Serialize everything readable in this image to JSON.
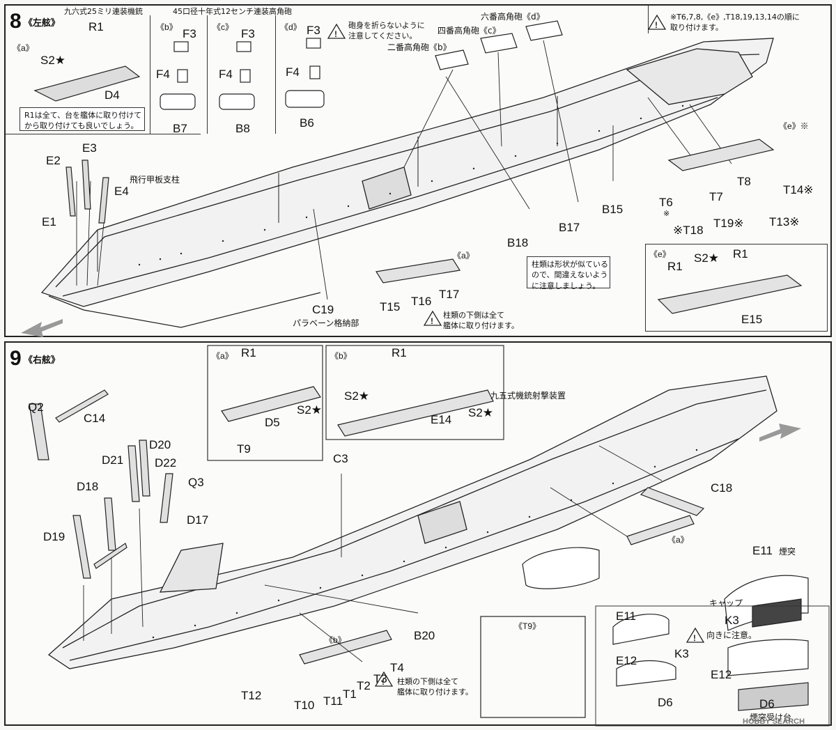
{
  "step8": {
    "number": "8",
    "title": "《左舷》",
    "sub_a": "《a》",
    "sub_b": "《b》",
    "sub_c": "《c》",
    "sub_d": "《d》",
    "sub_e": "《e》",
    "sub_e_mark": "《e》※",
    "gun_25mm": "九六式25ミリ連装機銃",
    "gun_12cm": "45口径十年式12センチ連装高角砲",
    "warn_top": "砲身を折らないように\n注意してください。",
    "no6": "六番高角砲《d》",
    "no4": "四番高角砲《c》",
    "no2": "二番高角砲《b》",
    "note_r1": "R1は全て、台を艦体に取り付けて\nから取り付けても良いでしょう。",
    "note_order": "※T6,7,8,《e》,T18,19,13,14の順に\n取り付けます。",
    "deck_support": "飛行甲板支柱",
    "paravane": "パラベーン格納部",
    "pillar_note": "柱類は形状が似ている\nので、間違えないよう\nに注意しましょう。",
    "pillar_warn": "柱類の下側は全て\n艦体に取り付けます。",
    "parts": {
      "R1": "R1",
      "S2": "S2★",
      "D4": "D4",
      "F3": "F3",
      "F4": "F4",
      "B7": "B7",
      "B8": "B8",
      "B6": "B6",
      "E1": "E1",
      "E2": "E2",
      "E3": "E3",
      "E4": "E4",
      "B15": "B15",
      "B17": "B17",
      "B18": "B18",
      "C19": "C19",
      "T15": "T15",
      "T16": "T16",
      "T17": "T17",
      "T6": "T6",
      "T7": "T7",
      "T8": "T8",
      "T14": "T14※",
      "T13": "T13※",
      "T18": "※T18",
      "T19": "T19※",
      "E15": "E15",
      "star": "※"
    }
  },
  "step9": {
    "number": "9",
    "title": "《右舷》",
    "sub_a": "《a》",
    "sub_b": "《b》",
    "sub_t9": "《T9》",
    "gun_95": "九五式機銃射撃装置",
    "funnel": "煙突",
    "cap": "キャップ",
    "orient": "向きに注意。",
    "funnel_base": "煙突受け台",
    "pillar_warn": "柱類の下側は全て\n艦体に取り付けます。",
    "parts": {
      "Q2": "Q2",
      "C14": "C14",
      "D20": "D20",
      "D21": "D21",
      "D22": "D22",
      "Q3": "Q3",
      "D18": "D18",
      "D17": "D17",
      "D19": "D19",
      "R1": "R1",
      "S2": "S2★",
      "D5": "D5",
      "T9": "T9",
      "E14": "E14",
      "C3": "C3",
      "C18": "C18",
      "B20": "B20",
      "E11": "E11",
      "E12": "E12",
      "K3": "K3",
      "D6": "D6",
      "T12": "T12",
      "T10": "T10",
      "T11": "T11",
      "T1": "T1",
      "T2": "T2",
      "T3": "T3",
      "T4": "T4"
    }
  },
  "watermark": "HOBBY SEARCH"
}
